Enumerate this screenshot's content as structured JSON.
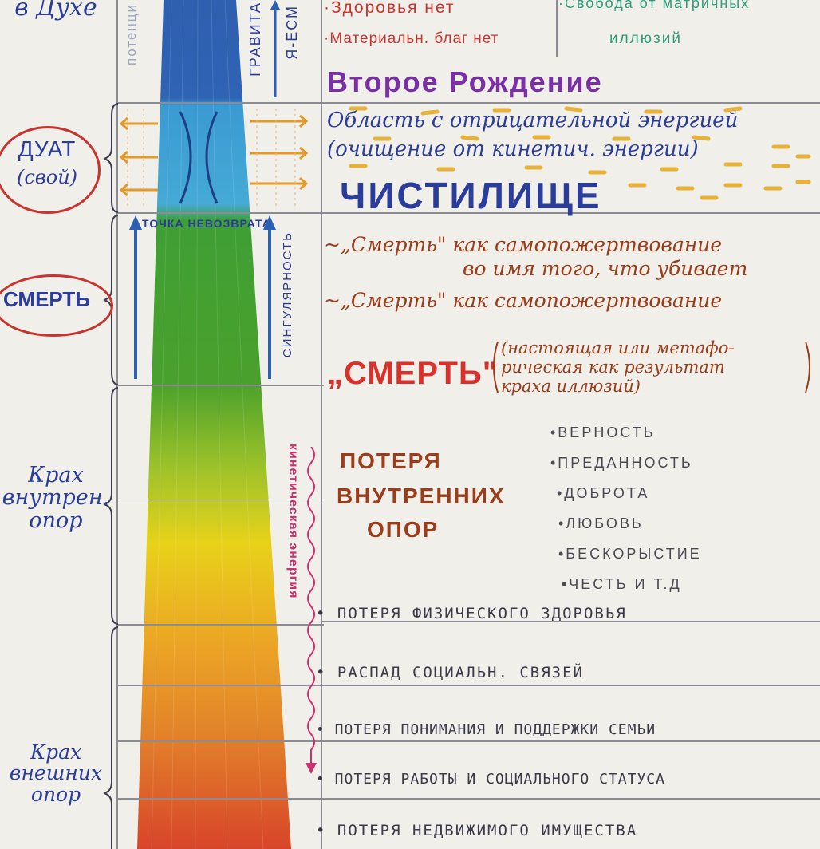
{
  "left_labels": {
    "v_dukhe": "в Духе",
    "duat": "ДУАТ",
    "duat_sub": "(свой)",
    "smert": "СМЕРТЬ",
    "krakh_vnutren": "Крах\nвнутрен.\nопор",
    "krakh_vneshnikh": "Крах\nвнешних\nопор"
  },
  "column_labels": {
    "potential": "потенци",
    "gravitation": "ГРАВИТА",
    "ya_esm": "Я-ЕСМ",
    "tochka": "ТОЧКА НЕВОЗВРАТА",
    "singularity": "СИНГУЛЯРНОСТЬ",
    "kinetic": "кинетическая энергия"
  },
  "top_section": {
    "health": "·Здоровья нет",
    "material": "·Материальн. благ нет",
    "freedom_line1": "·Свобода от матричных",
    "freedom_line2": "иллюзий",
    "second_birth": "Второе Рождение"
  },
  "purgatory": {
    "area_line1": "Область с отрицательной энергией",
    "area_line2": "(очищение от кинетич. энергии)",
    "title": "ЧИСТИЛИЩЕ"
  },
  "death": {
    "line1a": "~„Смерть\" как самопожертвование",
    "line1b": "во имя того, что убивает",
    "line2": "~„Смерть\" как самопожертвование",
    "big": "„СМЕРТЬ\"",
    "note1": "(настоящая или метафо-",
    "note2": "рическая как результат",
    "note3": "краха иллюзий)"
  },
  "inner_loss": {
    "title_line1": "ПОТЕРЯ",
    "title_line2": "ВНУТРЕННИХ",
    "title_line3": "ОПОР",
    "virtues": [
      "•ВЕРНОСТЬ",
      "•ПРЕДАННОСТЬ",
      "•ДОБРОТА",
      "•ЛЮБОВЬ",
      "•БЕСКОРЫСТИЕ",
      "•ЧЕСТЬ И Т.Д"
    ]
  },
  "outer_losses": [
    "• ПОТЕРЯ ФИЗИЧЕСКОГО ЗДОРОВЬЯ",
    "• РАСПАД СОЦИАЛЬН. СВЯЗЕЙ",
    "• ПОТЕРЯ ПОНИМАНИЯ И ПОДДЕРЖКИ СЕМЬИ",
    "• ПОТЕРЯ РАБОТЫ И СОЦИАЛЬНОГО СТАТУСА",
    "• ПОТЕРЯ НЕДВИЖИМОГО ИМУЩЕСТВА"
  ],
  "colors": {
    "blue_dark": "#2f5fb0",
    "blue_light": "#3fa3d6",
    "green": "#3f9a2c",
    "yellow": "#e8d21a",
    "orange": "#e07f1f",
    "red": "#d8452a",
    "purple": "#7a2fa6",
    "ink_blue": "#2a3d9c",
    "ink_red": "#c8332e",
    "ink_brown": "#9b3c1a",
    "ink_teal": "#2d9c7c",
    "gold": "#e6b23a",
    "pink": "#c9326f"
  }
}
